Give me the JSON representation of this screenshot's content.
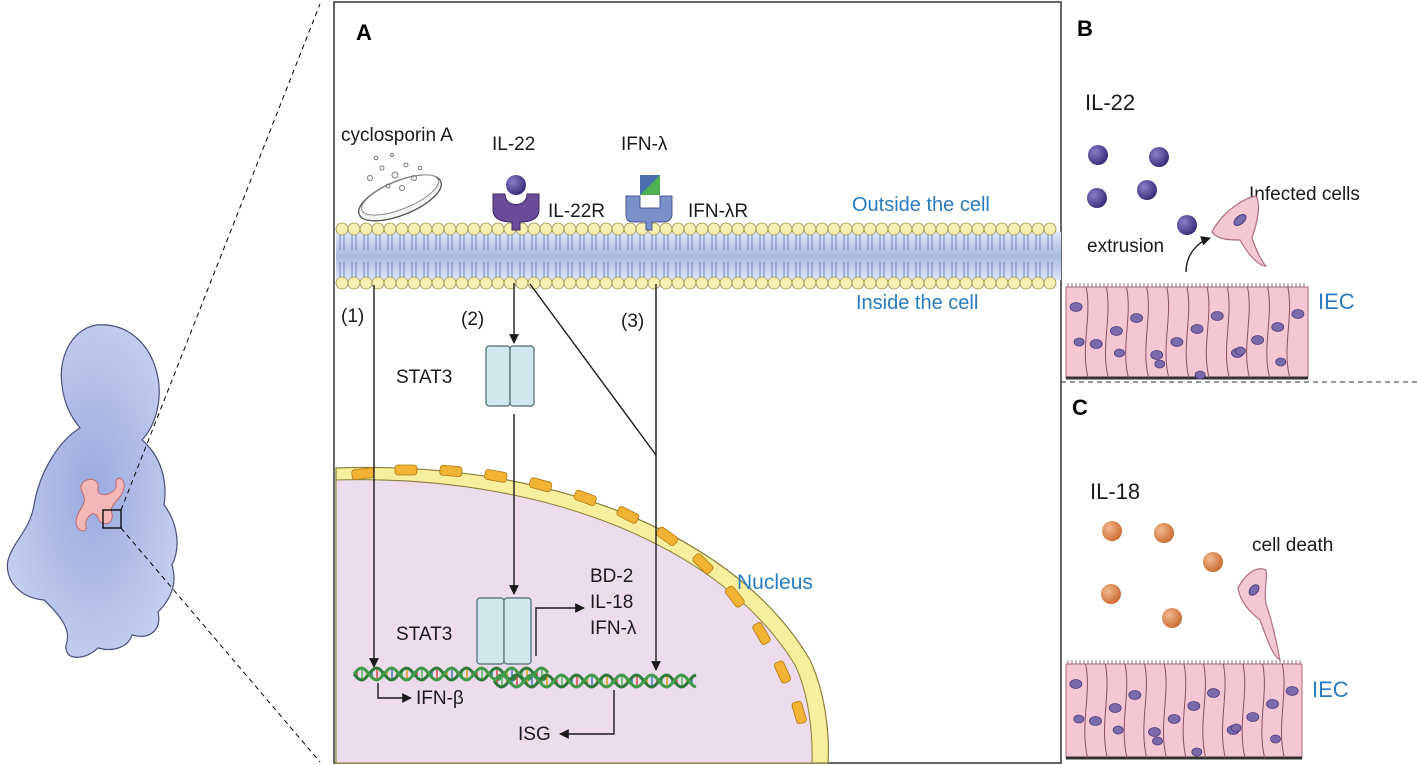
{
  "panels": {
    "a": {
      "letter": "A",
      "labels": {
        "cyclosporin": "cyclosporin A",
        "il22": "IL-22",
        "il22r": "IL-22R",
        "ifnl": "IFN-λ",
        "ifnlr": "IFN-λR",
        "outside": "Outside the cell",
        "inside": "Inside the cell",
        "path1": "(1)",
        "path2": "(2)",
        "path3": "(3)",
        "stat3_top": "STAT3",
        "stat3_nuc": "STAT3",
        "nucleus": "Nucleus",
        "bd2": "BD-2",
        "il18": "IL-18",
        "ifnl_out": "IFN-λ",
        "ifnb": "IFN-β",
        "isg": "ISG"
      }
    },
    "b": {
      "letter": "B",
      "labels": {
        "il22": "IL-22",
        "infected": "Infected cells",
        "extrusion": "extrusion",
        "iec": "IEC"
      }
    },
    "c": {
      "letter": "C",
      "labels": {
        "il18": "IL-18",
        "death": "cell death",
        "iec": "IEC"
      }
    }
  },
  "colors": {
    "label_blue": "#2b7bc0",
    "membrane_head": "#f8efb4",
    "nucleus_fill": "#eadcea",
    "stat3": "#cfe8ee",
    "receptor_il22": "#6a4b9a",
    "receptor_ifnl": "#7b8fc8",
    "il22_ball": "#4a3e8e",
    "il18_ball": "#d8864a",
    "iec_cell": "#f3c8d3"
  }
}
